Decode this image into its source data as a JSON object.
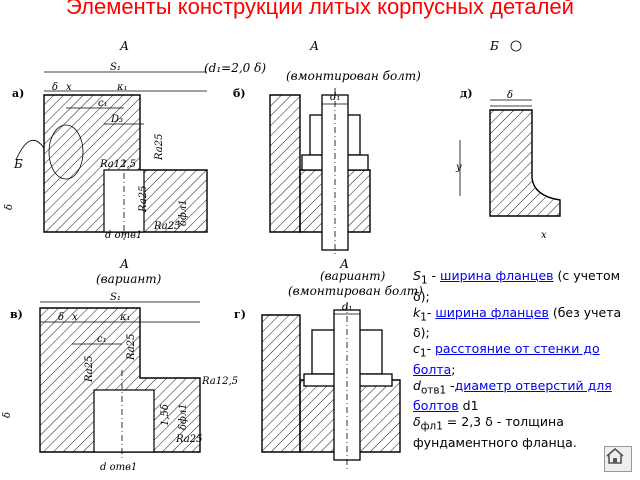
{
  "title": "Элементы конструкции литых корпусных деталей",
  "views": {
    "a": {
      "tag": "а)",
      "section": "А",
      "note": "(d₁=2,0 δ)",
      "dims": [
        "S₁",
        "δ",
        "x",
        "κ₁",
        "c₁",
        "D₃",
        "δ",
        "d отв1",
        "δфл1",
        "Б"
      ],
      "roughness": [
        "Ra12,5",
        "Ra25",
        "Ra25",
        "Ra25"
      ]
    },
    "b": {
      "tag": "б)",
      "section": "А",
      "note": "(вмонтирован болт)",
      "dims": [
        "d₁"
      ]
    },
    "d": {
      "tag": "д)",
      "section": "Б",
      "dims": [
        "δ",
        "y",
        "x"
      ]
    },
    "v": {
      "tag": "в)",
      "section": "А",
      "note": "(вариант)",
      "dims": [
        "S₁",
        "δ",
        "x",
        "κ₁",
        "c₁",
        "δ",
        "1,5δ",
        "δфл1",
        "d отв1"
      ],
      "roughness": [
        "Ra25",
        "Ra25",
        "Ra12,5",
        "Ra25"
      ]
    },
    "g": {
      "tag": "г)",
      "section": "А",
      "note1": "(вариант)",
      "note2": "(вмонтирован болт)",
      "dims": [
        "d₁"
      ]
    }
  },
  "legend": [
    {
      "sym": "S",
      "sub": "1",
      "sep": " - ",
      "link": "ширина фланцев",
      "rest": " (с учетом δ);"
    },
    {
      "sym": "k",
      "sub": "1",
      "sep": "- ",
      "link": "ширина фланцев",
      "rest": " (без учета δ);"
    },
    {
      "sym": "c",
      "sub": "1",
      "sep": "- ",
      "link": "расстояние от стенки до болта",
      "rest": ";"
    },
    {
      "sym": "d",
      "sub": "отв1",
      "sep": " -",
      "link": "диаметр отверстий для болтов",
      "rest": " d1"
    },
    {
      "sym": "δ",
      "sub": "фл1",
      "sep": " = 2,3 δ",
      "link": "",
      "rest": " - толщина фундаментного фланца."
    }
  ],
  "nav": {
    "icon": "home-icon"
  }
}
